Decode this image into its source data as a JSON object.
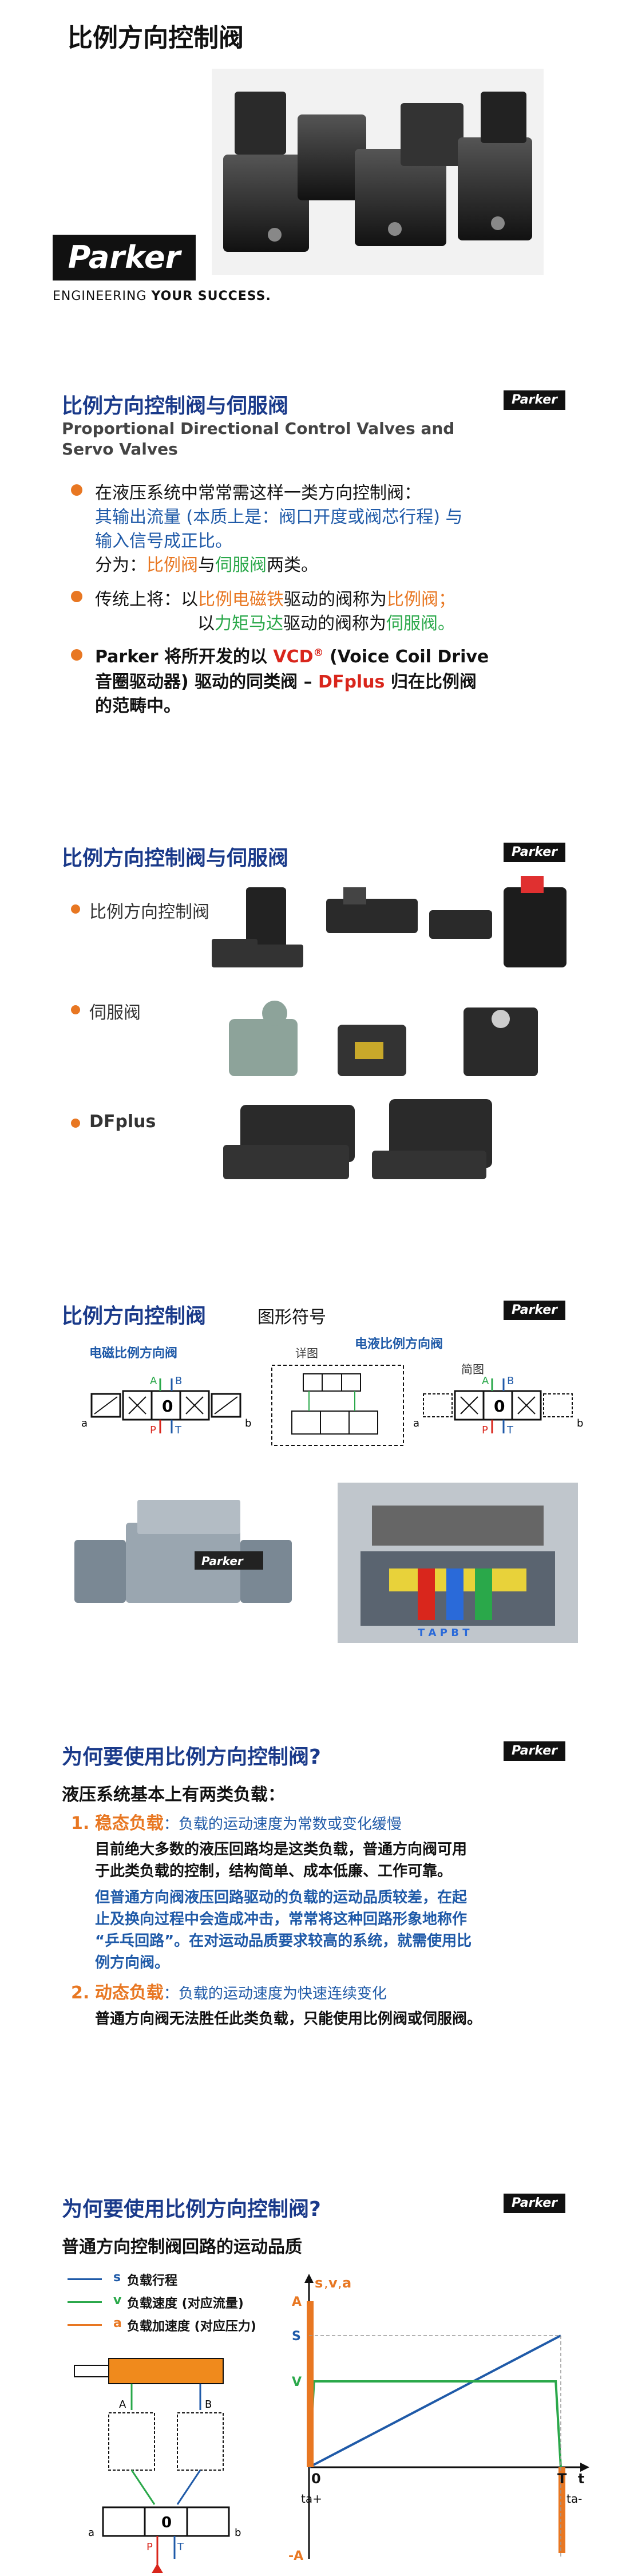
{
  "s1": {
    "title": "比例方向控制阀",
    "logo": "Parker",
    "tagline_prefix": "ENGINEERING ",
    "tagline_suffix": "YOUR SUCCESS."
  },
  "s2": {
    "title": "比例方向控制阀与伺服阀",
    "subtitle_l1": "Proportional Directional Control Valves and",
    "subtitle_l2": "Servo Valves",
    "logo": "Parker",
    "b1_l1": "在液压系统中常常需这样一类方向控制阀：",
    "b1_l2": "其输出流量 (本质上是：阀口开度或阀芯行程) 与",
    "b1_l3": "输入信号成正比。",
    "b1_l4a": "分为：",
    "b1_l4b": "比例阀",
    "b1_l4c": "与",
    "b1_l4d": "伺服阀",
    "b1_l4e": "两类。",
    "b2_l1a": "传统上将：以",
    "b2_l1b": "比例电磁铁",
    "b2_l1c": "驱动的阀称为",
    "b2_l1d": "比例阀；",
    "b2_l2a": "以",
    "b2_l2b": "力矩马达",
    "b2_l2c": "驱动的阀称为",
    "b2_l2d": "伺服阀。",
    "b3_l1a": "Parker 将所开发的以 ",
    "b3_l1b": "VCD",
    "b3_l1sup": "®",
    "b3_l1c": " (Voice Coil Drive",
    "b3_l2a": "音圈驱动器) 驱动的同类阀 – ",
    "b3_l2b": "DFplus",
    "b3_l2c": " 归在比例阀",
    "b3_l3": "的范畴中。"
  },
  "s3": {
    "title": "比例方向控制阀与伺服阀",
    "logo": "Parker",
    "items": [
      "比例方向控制阀",
      "伺服阀",
      "DFplus"
    ]
  },
  "s4": {
    "title": "比例方向控制阀",
    "title2": "图形符号",
    "logo": "Parker",
    "label_left": "电磁比例方向阀",
    "label_detail": "详图",
    "label_right": "电液比例方向阀",
    "label_simple": "简图",
    "sym": {
      "A": "A",
      "B": "B",
      "P": "P",
      "T": "T",
      "a": "a",
      "b": "b",
      "zero": "0"
    },
    "cut_labels": "T A P B T",
    "valve_brand": "Parker"
  },
  "s5": {
    "title": "为何要使用比例方向控制阀?",
    "logo": "Parker",
    "intro": "液压系统基本上有两类负载：",
    "h1_num": "1.",
    "h1_name": "稳态负载",
    "h1_desc": "：负载的运动速度为常数或变化缓慢",
    "p1_l1": "目前绝大多数的液压回路均是这类负载，普通方向阀可用",
    "p1_l2": "于此类负载的控制，结构简单、成本低廉、工作可靠。",
    "p2_l1": "但普通方向阀液压回路驱动的负载的运动品质较差，在起",
    "p2_l2": "止及换向过程中会造成冲击，常常将这种回路形象地称作",
    "p2_l3": "“乒乓回路”。在对运动品质要求较高的系统，就需使用比",
    "p2_l4": "例方向阀。",
    "h2_num": "2.",
    "h2_name": "动态负载",
    "h2_desc": "：负载的运动速度为快速连续变化",
    "p3": "普通方向阀无法胜任此类负载，只能使用比例阀或伺服阀。"
  },
  "s6": {
    "title": "为何要使用比例方向控制阀?",
    "logo": "Parker",
    "subtitle": "普通方向控制阀回路的运动品质",
    "legend": [
      {
        "sym": "s",
        "text": "负载行程",
        "color": "#1f5aa8"
      },
      {
        "sym": "v",
        "text": "负载速度 (对应流量)",
        "color": "#2aa84a"
      },
      {
        "sym": "a",
        "text": "负载加速度 (对应压力)",
        "color": "#e87722"
      }
    ],
    "chart_data": {
      "type": "line",
      "y_title_s": "s",
      "y_title_v": "v",
      "y_title_a": "a",
      "x_title": "t",
      "y_ticks": [
        "A",
        "S",
        "V",
        "0",
        "-A"
      ],
      "x_ticks": [
        "0",
        "T"
      ],
      "ta_plus": "ta+",
      "ta_minus": "ta-",
      "series": [
        {
          "name": "s",
          "color": "#1f5aa8",
          "x": [
            0,
            1
          ],
          "values": [
            0,
            1
          ]
        },
        {
          "name": "v",
          "color": "#2aa84a",
          "x": [
            0,
            0.02,
            0.98,
            1
          ],
          "values": [
            0,
            1,
            1,
            0
          ]
        },
        {
          "name": "a",
          "color": "#e87722",
          "x": [
            0,
            0.02,
            0.98,
            1
          ],
          "values": [
            1,
            0,
            0,
            -1
          ]
        }
      ]
    },
    "circuit": {
      "A": "A",
      "B": "B",
      "P": "P",
      "T": "T",
      "a": "a",
      "b": "b",
      "zero": "0"
    }
  }
}
